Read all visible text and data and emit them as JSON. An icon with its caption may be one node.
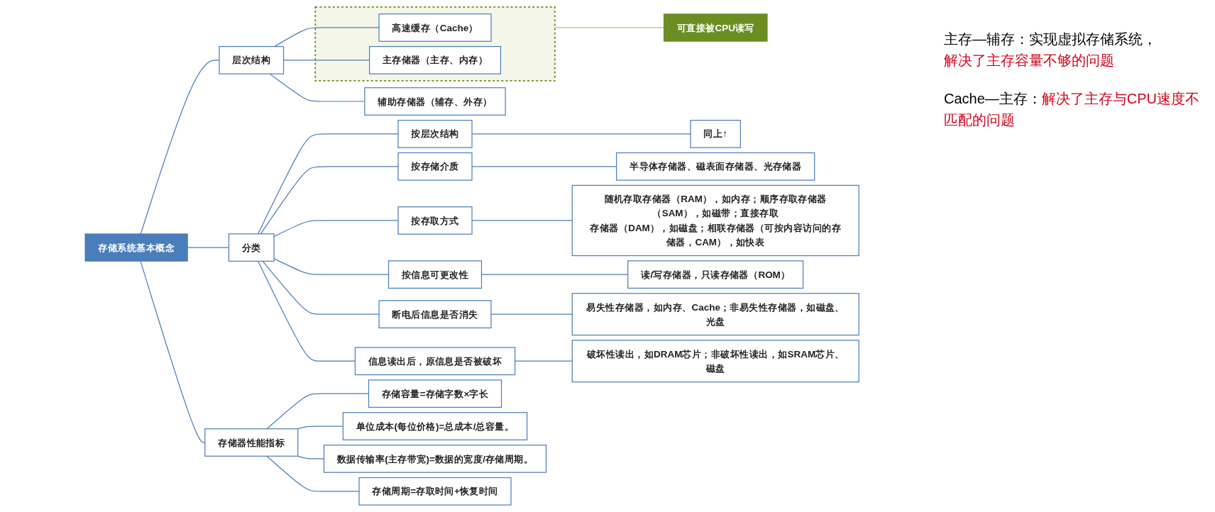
{
  "diagram": {
    "nodes": [
      {
        "text": [
          "存储系统基本概念"
        ]
      },
      {
        "text": [
          "层次结构"
        ]
      },
      {
        "text": [],
        "shape": "box"
      },
      {
        "text": [
          "高速缓存（Cache）"
        ],
        "in": 2
      },
      {
        "text": [
          "主存储器（主存、内存）"
        ],
        "in": 2
      },
      {
        "text": [
          "可直接被CPU读写"
        ]
      },
      {
        "text": [
          "辅助存储器（辅存、外存）"
        ]
      },
      {
        "text": [
          "分类"
        ]
      },
      {
        "text": [
          "按层次结构"
        ]
      },
      {
        "text": [
          "同上↑"
        ]
      },
      {
        "text": [
          "按存储介质"
        ]
      },
      {
        "text": [
          "半导体存储器、磁表面存储器、光存储器"
        ]
      },
      {
        "text": [
          "按存取方式"
        ]
      },
      {
        "text": [
          "随机存取存储器（RAM），如内存；顺序存取存储器（SAM），如磁带；直接存取存储器（DAM），如磁盘；相联存储器（可按内容访问的存储器，CAM），如快表"
        ]
      },
      {
        "text": [
          "按信息可更改性"
        ]
      },
      {
        "text": [
          "读/写存储器，只读存储器（ROM）"
        ]
      },
      {
        "text": [
          "断电后信息是否消失"
        ]
      },
      {
        "text": [
          "易失性存储器，如内存、Cache；非易失性存储器，如磁盘、光盘"
        ]
      },
      {
        "text": [
          "信息读出后，原信息是否被破坏"
        ]
      },
      {
        "text": [
          "破坏性读出，如DRAM芯片；非破坏性读出，如SRAM芯片、磁盘"
        ]
      },
      {
        "text": [
          "存储器性能指标"
        ]
      },
      {
        "text": [
          "存储容量=存储字数×字长"
        ]
      },
      {
        "text": [
          "单位成本(每位价格)=总成本/总容量。"
        ]
      },
      {
        "text": [
          "数据传输率(主存带宽)=数据的宽度/存储周期。"
        ]
      },
      {
        "text": [
          "存储周期=存取时间+恢复时间"
        ]
      }
    ],
    "edges": [
      {
        "from": 0,
        "to": 1,
        "arrow": "none"
      },
      {
        "from": 1,
        "to": 3,
        "arrow": "none"
      },
      {
        "from": 1,
        "to": 4,
        "arrow": "none"
      },
      {
        "from": 1,
        "to": 6,
        "arrow": "none"
      },
      {
        "from": 2,
        "to": 5,
        "arrow": "none",
        "color": "#a9c47f"
      },
      {
        "from": 0,
        "to": 7,
        "arrow": "none"
      },
      {
        "from": 7,
        "to": 8,
        "arrow": "none"
      },
      {
        "from": 8,
        "to": 9,
        "arrow": "none"
      },
      {
        "from": 7,
        "to": 10,
        "arrow": "none"
      },
      {
        "from": 10,
        "to": 11,
        "arrow": "none"
      },
      {
        "from": 7,
        "to": 12,
        "arrow": "none"
      },
      {
        "from": 12,
        "to": 13,
        "arrow": "none"
      },
      {
        "from": 7,
        "to": 14,
        "arrow": "none"
      },
      {
        "from": 14,
        "to": 15,
        "arrow": "none"
      },
      {
        "from": 7,
        "to": 16,
        "arrow": "none"
      },
      {
        "from": 16,
        "to": 17,
        "arrow": "none"
      },
      {
        "from": 7,
        "to": 18,
        "arrow": "none"
      },
      {
        "from": 18,
        "to": 19,
        "arrow": "none"
      },
      {
        "from": 0,
        "to": 20,
        "arrow": "none"
      },
      {
        "from": 20,
        "to": 21,
        "arrow": "none"
      },
      {
        "from": 20,
        "to": 22,
        "arrow": "none"
      },
      {
        "from": 20,
        "to": 23,
        "arrow": "none"
      },
      {
        "from": 20,
        "to": 24,
        "arrow": "none"
      }
    ],
    "labels": [
      "主存—辅存：实现虚拟存储系统，",
      "解决了主存容量不够的问题",
      "Cache—主存：",
      "解决了主存与CPU速度不匹配的问题"
    ]
  }
}
